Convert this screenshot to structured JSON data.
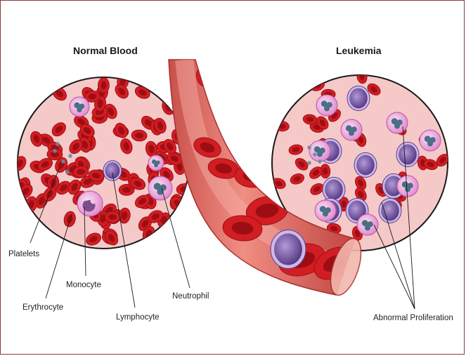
{
  "titles": {
    "normal": "Normal Blood",
    "leukemia": "Leukemia"
  },
  "labels": {
    "platelets": "Platelets",
    "monocyte": "Monocyte",
    "erythrocyte": "Erythrocyte",
    "lymphocyte": "Lymphocyte",
    "neutrophil": "Neutrophil",
    "abnormal": "Abnormal Proliferation"
  },
  "colors": {
    "plasma": "#f6c9c9",
    "rbc": "#c8141b",
    "rbc_dark": "#8e0b10",
    "wbc_pink": "#f2a8dc",
    "wbc_purple": "#7a5aa6",
    "vessel": "#e2665f",
    "outline": "#1a1a1a"
  }
}
